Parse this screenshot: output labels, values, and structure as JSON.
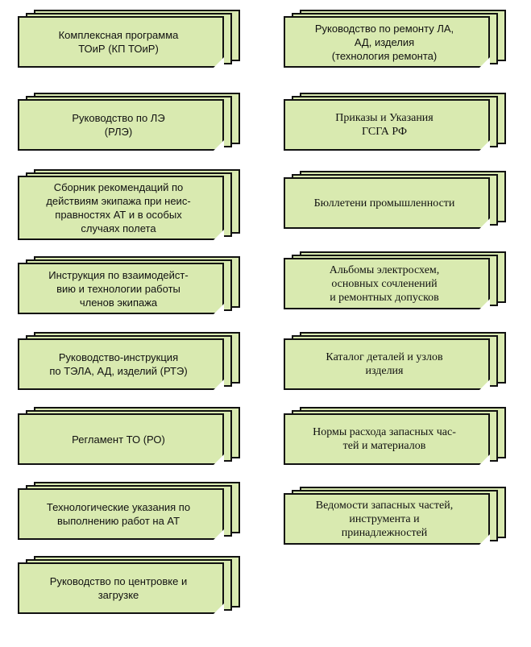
{
  "colors": {
    "card_fill": "#d9eab0",
    "border": "#111111"
  },
  "left_cards": [
    {
      "label": "Комплексная программа\nТОиР (КП ТОиР)"
    },
    {
      "label": "Руководство по ЛЭ\n(РЛЭ)"
    },
    {
      "label": "Сборник рекомендаций по\nдействиям экипажа при неис-\nправностях АТ и в особых\nслучаях полета"
    },
    {
      "label": "Инструкция по взаимодейст-\nвию и технологии работы\nчленов экипажа"
    },
    {
      "label": "Руководство-инструкция\nпо ТЭЛА, АД, изделий (РТЭ)"
    },
    {
      "label": "Регламент ТО (РО)"
    },
    {
      "label": "Технологические указания по\nвыполнению работ на АТ"
    },
    {
      "label": "Руководство по центровке и\nзагрузке"
    }
  ],
  "right_cards": [
    {
      "label": "Руководство по ремонту ЛА,\nАД, изделия\n(технология ремонта)"
    },
    {
      "label": "Приказы и Указания\nГСГА РФ"
    },
    {
      "label": "Бюллетени промышленности"
    },
    {
      "label": "Альбомы электросхем,\nосновных сочленений\nи ремонтных допусков"
    },
    {
      "label": "Каталог деталей и узлов\nизделия"
    },
    {
      "label": "Нормы расхода запасных час-\nтей и материалов"
    },
    {
      "label": "Ведомости запасных частей,\nинструмента и\nпринадлежностей"
    }
  ]
}
